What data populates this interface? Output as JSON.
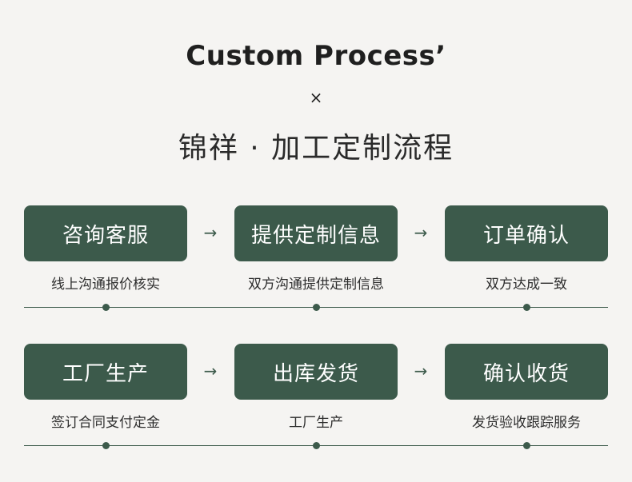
{
  "header": {
    "title_en": "Custom Process’",
    "times_symbol": "×",
    "title_cn": "锦祥 · 加工定制流程"
  },
  "rows": [
    {
      "steps": [
        {
          "label": "咨询客服",
          "desc": "线上沟通报价核实"
        },
        {
          "label": "提供定制信息",
          "desc": "双方沟通提供定制信息"
        },
        {
          "label": "订单确认",
          "desc": "双方达成一致"
        }
      ]
    },
    {
      "steps": [
        {
          "label": "工厂生产",
          "desc": "签订合同支付定金"
        },
        {
          "label": "出库发货",
          "desc": "工厂生产"
        },
        {
          "label": "确认收货",
          "desc": "发货验收跟踪服务"
        }
      ]
    }
  ],
  "arrow_symbol": "→",
  "colors": {
    "accent": "#3c5a4b",
    "background": "#f5f4f2",
    "box_text": "#ffffff"
  }
}
